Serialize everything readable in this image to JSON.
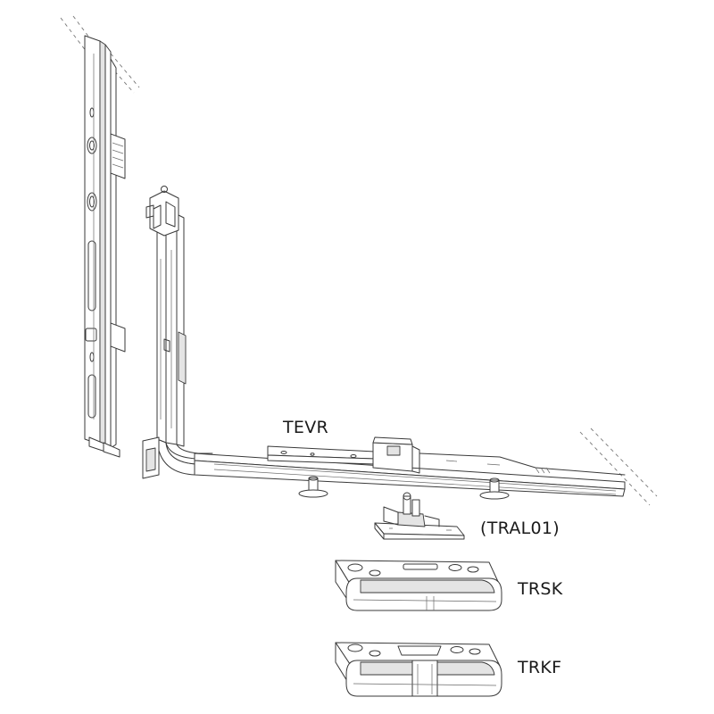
{
  "labels": {
    "tevr": "TEVR",
    "tral01": "(TRAL01)",
    "trsk": "TRSK",
    "trkf": "TRKF"
  },
  "colors": {
    "line": "#3a3a3a",
    "shade": "#e4e4e4",
    "text": "#1a1a1a",
    "background": "#ffffff"
  }
}
